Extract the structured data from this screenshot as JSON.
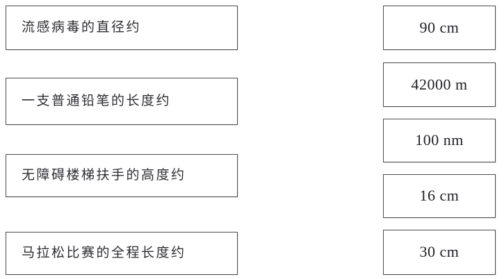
{
  "worksheet": {
    "type": "matching-exercise",
    "language": "zh-CN",
    "left_column": {
      "name": "prompts",
      "items": [
        {
          "id": "prompt-0",
          "text": "流感病毒的直径约"
        },
        {
          "id": "prompt-1",
          "text": "一支普通铅笔的长度约"
        },
        {
          "id": "prompt-2",
          "text": "无障碍楼梯扶手的高度约"
        },
        {
          "id": "prompt-3",
          "text": "马拉松比赛的全程长度约"
        }
      ]
    },
    "right_column": {
      "name": "values",
      "items": [
        {
          "id": "value-0",
          "text": "90 cm"
        },
        {
          "id": "value-1",
          "text": "42000 m"
        },
        {
          "id": "value-2",
          "text": "100 nm"
        },
        {
          "id": "value-3",
          "text": "16 cm"
        },
        {
          "id": "value-4",
          "text": "30 cm"
        }
      ]
    },
    "colors": {
      "page_background": "#ffffff",
      "box_border": "#4a4a50",
      "prompt_text": "#2e2e33",
      "value_text": "#1f1f24"
    }
  }
}
